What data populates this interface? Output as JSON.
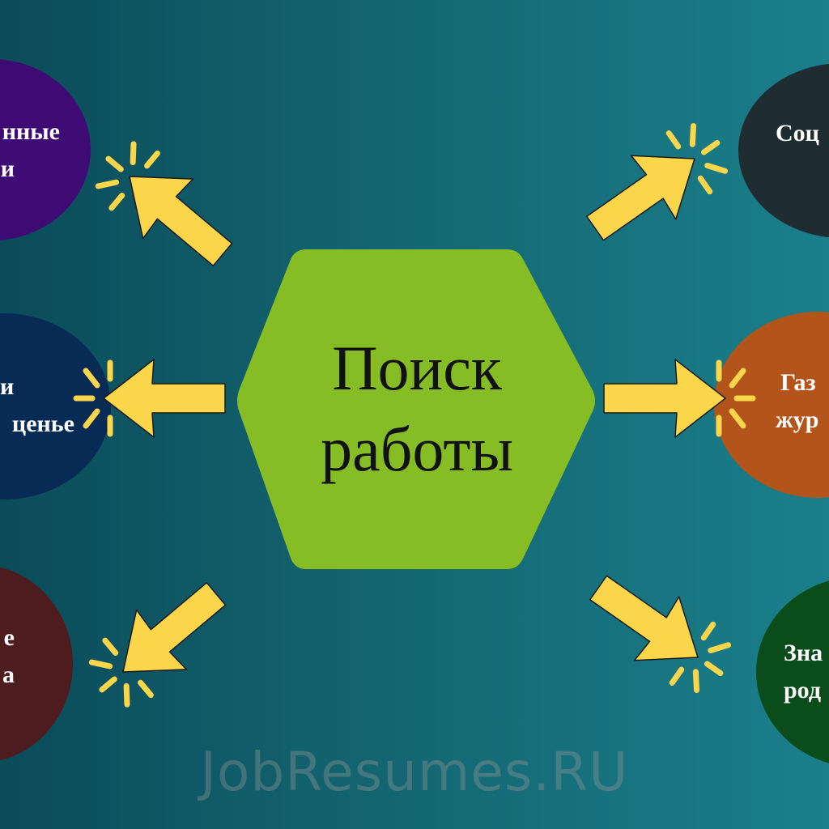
{
  "center": {
    "line1": "Поиск",
    "line2": "работы"
  },
  "nodes": {
    "top_left": {
      "line1": "нные",
      "line2": "и",
      "color": "#3d0b73"
    },
    "mid_left": {
      "line1": "и",
      "line2": "ценье",
      "color": "#072b55"
    },
    "bottom_left": {
      "line1": "е",
      "line2": "а",
      "color": "#4d1c1e"
    },
    "top_right": {
      "line1": "Соц",
      "line2": "",
      "color": "#1f2d33"
    },
    "mid_right": {
      "line1": "Газ",
      "line2": "жур",
      "color": "#b3541a"
    },
    "bottom_right": {
      "line1": "Зна",
      "line2": "род",
      "color": "#0a4c1a"
    }
  },
  "colors": {
    "hexagon": "#86bd24",
    "arrow": "#fbd54a",
    "arrow_outline": "#1a1a1a"
  },
  "watermark": "JobResumes.RU"
}
